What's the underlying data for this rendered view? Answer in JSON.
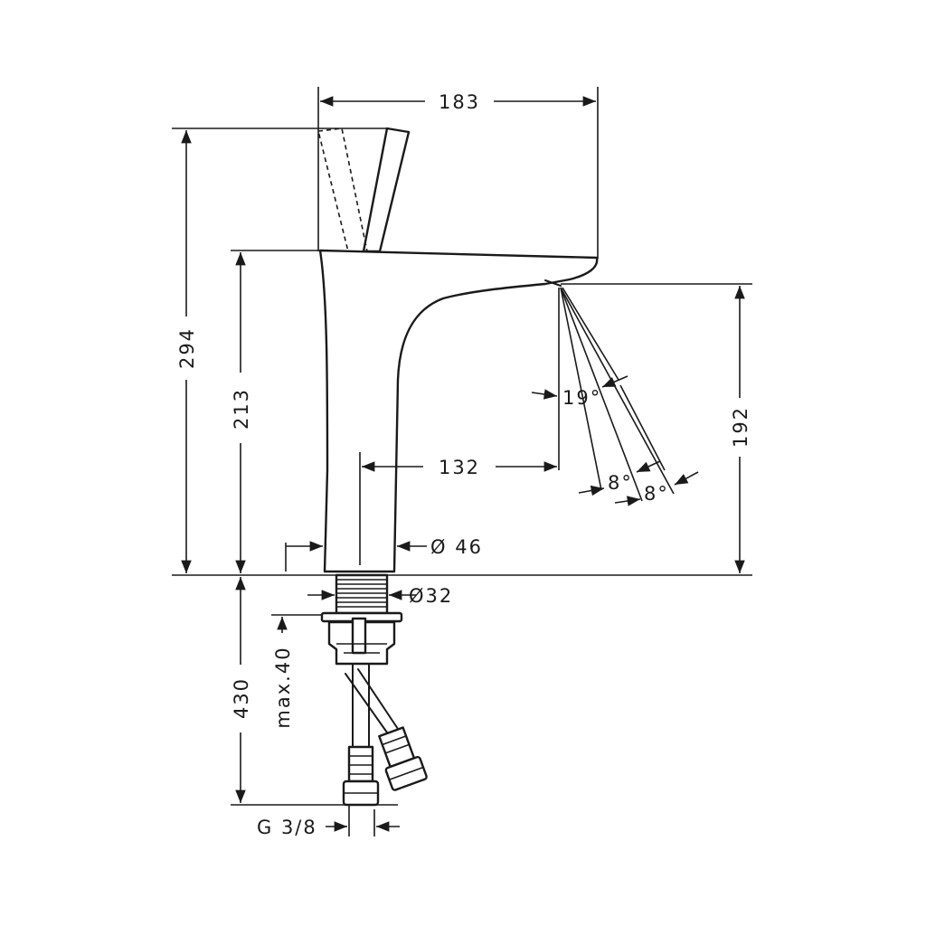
{
  "dimensions": {
    "width_183": "183",
    "height_294": "294",
    "height_213": "213",
    "reach_132": "132",
    "height_192": "192",
    "angle_19": "19°",
    "angle_8a": "8°",
    "angle_8b": "8°",
    "dia_46": "Ø 46",
    "dia_32": "Ø32",
    "height_430": "430",
    "max_40": "max.40",
    "thread_g38": "G 3/8"
  },
  "colors": {
    "line": "#1a1a1a",
    "background": "#ffffff"
  }
}
